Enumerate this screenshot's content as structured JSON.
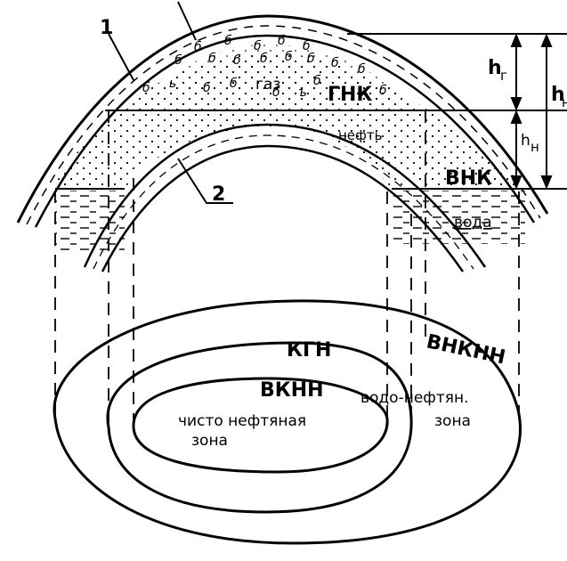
{
  "labels": {
    "layer_1": "1",
    "layer_2": "2",
    "gas": "газ",
    "gas_oil_contact": "ГНК",
    "oil": "нефть",
    "water_oil_contact": "ВНК",
    "water": "вода",
    "h_gas": "h",
    "h_gas_sub": "г",
    "h_oil": "h",
    "h_oil_sub": "н",
    "h_total": "h",
    "h_total_sub": "н",
    "contour_kgn": "КГН",
    "contour_vnkn": "ВКНН",
    "contour_vnknn": "ВНКНН",
    "zone_pure_oil": "чисто нефтяная",
    "zone_word_1": "зона",
    "zone_water_oil": "водо-нефтян.",
    "zone_word_2": "зона",
    "gas_marks": [
      "б",
      "б",
      "б",
      "б",
      "б",
      "б",
      "б",
      "б",
      "б",
      "б",
      "б",
      "б",
      "б",
      "б",
      "ь",
      "б",
      "б",
      "б",
      "ъ",
      "б",
      "б"
    ]
  },
  "colors": {
    "ink": "#000000",
    "paper": "#ffffff"
  }
}
